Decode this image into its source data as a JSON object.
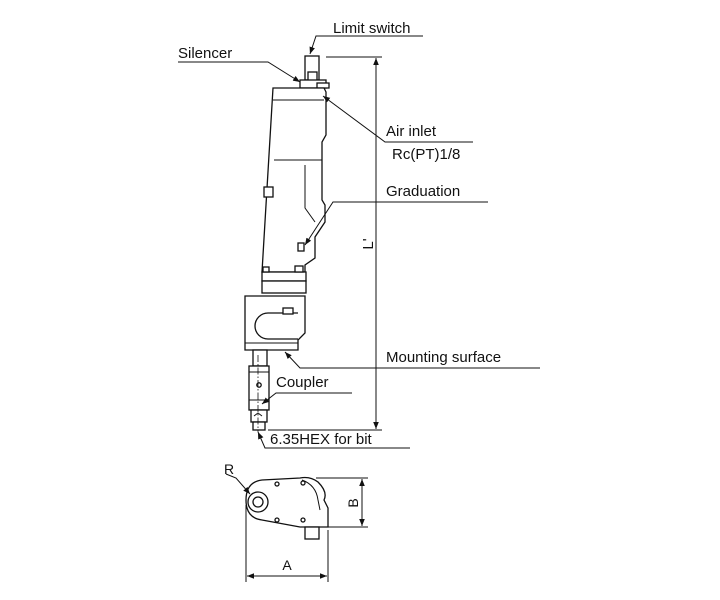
{
  "labels": {
    "limit_switch": "Limit switch",
    "silencer": "Silencer",
    "air_inlet": "Air inlet",
    "air_inlet_thread": "Rc(PT)1/8",
    "graduation": "Graduation",
    "length_dim": "L'",
    "mounting_surface": "Mounting surface",
    "coupler": "Coupler",
    "hex_bit": "6.35HEX for bit"
  },
  "bottom_view": {
    "radius_label": "R",
    "width_label": "A",
    "height_label": "B"
  },
  "colors": {
    "line": "#111111",
    "background": "#ffffff"
  }
}
